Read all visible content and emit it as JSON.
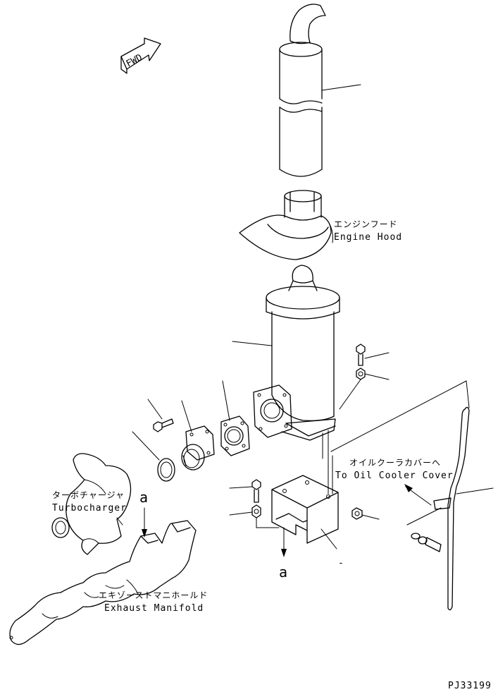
{
  "fwd_label": "FWD",
  "labels": {
    "engine_hood_jp": "エンジンフード",
    "engine_hood_en": "Engine Hood",
    "oil_cooler_jp": "オイルクーラカバーへ",
    "oil_cooler_en": "To Oil Cooler Cover",
    "turbo_jp": "ターボチャージャ",
    "turbo_en": "Turbocharger",
    "manifold_jp": "エキゾーストマニホールド",
    "manifold_en": "Exhaust Manifold",
    "ref_a_top": "a",
    "ref_a_bottom": "a",
    "dash": "-",
    "drawing_code": "PJ33199"
  }
}
